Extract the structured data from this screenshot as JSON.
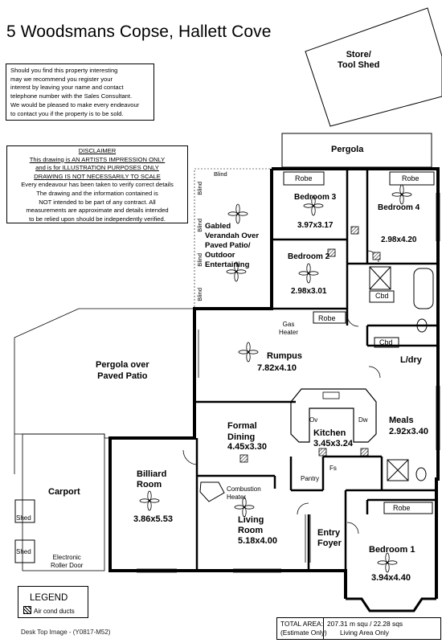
{
  "title": "5 Woodsmans Copse, Hallett Cove",
  "interest_note": [
    "Should you find this property interesting",
    "may we recommend you register your",
    "interest by leaving your name and contact",
    "telephone number with the Sales Consultant.",
    "We would be pleased to make every endeavour",
    "to contact you if the property is to be sold."
  ],
  "disclaimer": {
    "heading": "DISCLAIMER",
    "underlined": [
      "This drawing is AN ARTISTS IMPRESSION ONLY",
      "and is for ILLUSTRATION PURPOSES ONLY",
      "DRAWING IS NOT NECESSARILY TO SCALE"
    ],
    "body": [
      "Every endeavour has been taken to verify correct details",
      "The drawing and the information contained is",
      "NOT intended to be part of any contract. All",
      "measurements are approximate and details intended",
      "to be relied upon should be independently verified."
    ]
  },
  "rooms": {
    "store": [
      "Store/",
      "Tool Shed"
    ],
    "pergola_top": "Pergola",
    "verandah": [
      "Gabled",
      "Verandah Over",
      "Paved Patio/",
      "Outdoor",
      "Entertaining"
    ],
    "blind": "Blind",
    "robe": "Robe",
    "bedroom3": {
      "name": "Bedroom 3",
      "size": "3.97x3.17"
    },
    "bedroom4": {
      "name": "Bedroom 4",
      "size": "2.98x4.20"
    },
    "bedroom2": {
      "name": "Bedroom 2",
      "size": "2.98x3.01"
    },
    "cbd": "Cbd",
    "gas_heater": [
      "Gas",
      "Heater"
    ],
    "pergola_paved": [
      "Pergola over",
      "Paved Patio"
    ],
    "rumpus": {
      "name": "Rumpus",
      "size": "7.82x4.10"
    },
    "laundry": "L/dry",
    "formal_dining": {
      "name": [
        "Formal",
        "Dining"
      ],
      "size": "4.45x3.30"
    },
    "kitchen": {
      "name": "Kitchen",
      "size": "3.45x3.24"
    },
    "meals": {
      "name": "Meals",
      "size": "2.92x3.40"
    },
    "ov": "Ov",
    "dw": "Dw",
    "fs": "Fs",
    "pantry": "Pantry",
    "carport": "Carport",
    "shed": "Shed",
    "roller_door": [
      "Electronic",
      "Roller Door"
    ],
    "billiard": {
      "name": [
        "Billiard",
        "Room"
      ],
      "size": "3.86x5.53"
    },
    "combustion": [
      "Combustion",
      "Heater"
    ],
    "living": {
      "name": [
        "Living",
        "Room"
      ],
      "size": "5.18x4.00"
    },
    "entry": [
      "Entry",
      "Foyer"
    ],
    "bedroom1": {
      "name": "Bedroom 1",
      "size": "3.94x4.40"
    }
  },
  "legend": {
    "title": "LEGEND",
    "item": "Air cond ducts"
  },
  "footer": "Desk Top Image - (Y0817-M52)",
  "area": {
    "label": [
      "TOTAL AREA:",
      "(Estimate Only)"
    ],
    "value": [
      "207.31 m squ / 22.28 sqs",
      "Living Area Only"
    ]
  }
}
